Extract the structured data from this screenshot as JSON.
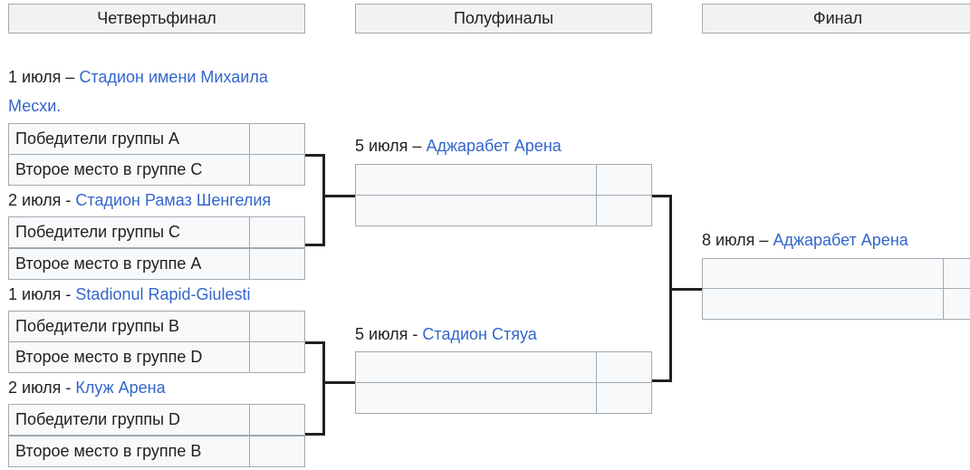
{
  "rounds": {
    "quarterfinal": "Четвертьфинал",
    "semifinal": "Полуфиналы",
    "final": "Финал"
  },
  "quarterfinals": [
    {
      "date": "1 июля",
      "separator": " – ",
      "venue": "Стадион имени Михаила Месхи.",
      "team1": "Победители группы A",
      "team2": "Второе место в группе C",
      "score1": "",
      "score2": ""
    },
    {
      "date": "2 июля",
      "separator": " - ",
      "venue": "Стадион Рамаз Шенгелия",
      "team1": "Победители группы C",
      "team2": "Второе место в группе A",
      "score1": "",
      "score2": ""
    },
    {
      "date": "1 июля",
      "separator": " - ",
      "venue": "Stadionul Rapid-Giulesti",
      "team1": "Победители группы B",
      "team2": "Второе место в группе D",
      "score1": "",
      "score2": ""
    },
    {
      "date": "2 июля",
      "separator": " - ",
      "venue": "Клуж Арена",
      "team1": "Победители группы D",
      "team2": "Второе место в группе B",
      "score1": "",
      "score2": ""
    }
  ],
  "semifinals": [
    {
      "date": "5 июля",
      "separator": " – ",
      "venue": "Аджарабет Арена",
      "team1": "",
      "team2": "",
      "score1": "",
      "score2": ""
    },
    {
      "date": "5 июля",
      "separator": " - ",
      "venue": "Стадион Стяуа",
      "team1": "",
      "team2": "",
      "score1": "",
      "score2": ""
    }
  ],
  "final": {
    "date": "8 июля",
    "separator": " – ",
    "venue": "Аджарабет Арена",
    "team1": "",
    "team2": "",
    "score1": "",
    "score2": ""
  }
}
